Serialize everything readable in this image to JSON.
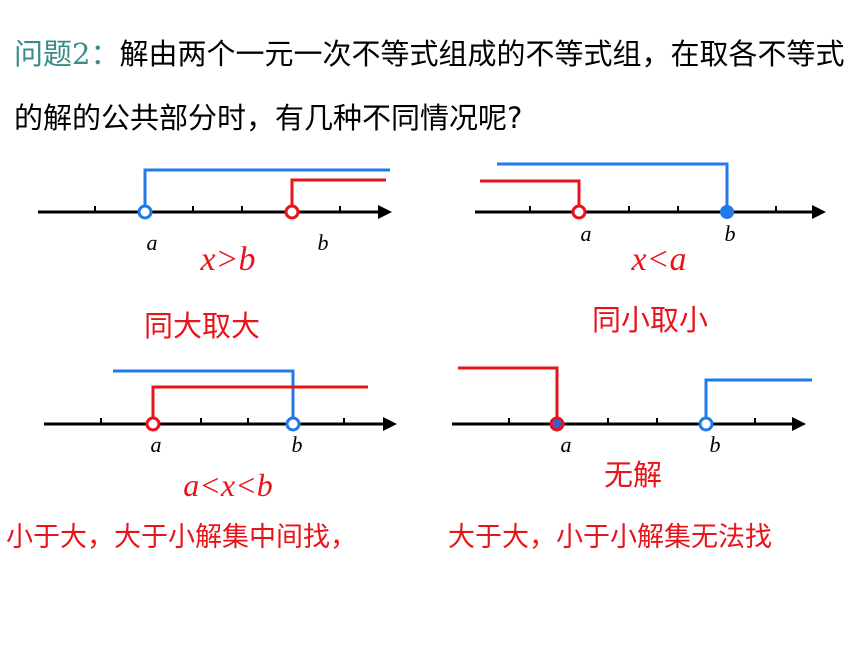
{
  "question": {
    "label": "问题2：",
    "text": "解由两个一元一次不等式组成的不等式组，在取各不等式的解的公共部分时，有几种不同情况呢?"
  },
  "colors": {
    "red": "#e8141b",
    "blue": "#1f7bea",
    "axis": "#000000",
    "label_teal": "#3a8c8c"
  },
  "panels": [
    {
      "id": "both-greater",
      "point_a": "a",
      "point_b": "b",
      "result": "x>b",
      "rule": "同大取大"
    },
    {
      "id": "both-less",
      "point_a": "a",
      "point_b": "b",
      "result": "x<a",
      "rule": "同小取小"
    },
    {
      "id": "between",
      "point_a": "a",
      "point_b": "b",
      "result": "a<x<b"
    },
    {
      "id": "no-solution",
      "point_a": "a",
      "point_b": "b",
      "rule": "无解"
    }
  ],
  "summary": {
    "left": "小于大，大于小解集中间找，",
    "right": "大于大，小于小解集无法找"
  }
}
